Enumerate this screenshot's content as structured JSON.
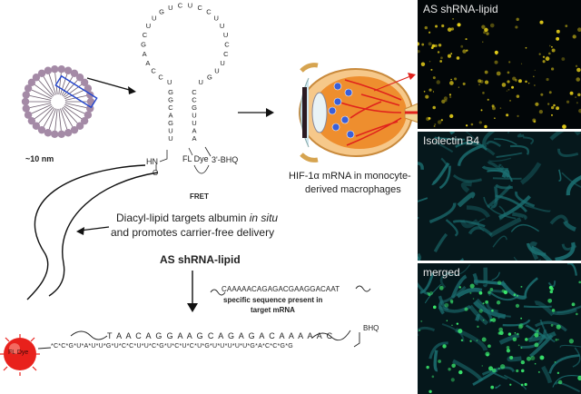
{
  "hairpin": {
    "loop_letters": [
      "U",
      "C",
      "C",
      "A",
      "A",
      "G",
      "C",
      "U",
      "U",
      "G",
      "U",
      "C",
      "U",
      "C",
      "C",
      "U",
      "U",
      "U",
      "C",
      "C",
      "U",
      "U",
      "G",
      "U"
    ],
    "stem_left": [
      "G",
      "G",
      "C",
      "A",
      "G",
      "U",
      "U"
    ],
    "stem_right": [
      "C",
      "C",
      "G",
      "U",
      "U",
      "A",
      "A"
    ],
    "dye_label": "FL Dye",
    "bhq_label": "3'-BHQ",
    "linker_label": "HN",
    "o_label": "O",
    "fret_label": "FRET"
  },
  "micelle": {
    "size_label": "~10 nm"
  },
  "eye": {
    "caption_line1": "HIF-1α mRNA in monocyte-",
    "caption_line2": "derived macrophages"
  },
  "albumin": {
    "line1_a": "Diacyl-lipid targets albumin ",
    "line1_b": "in situ",
    "line2": "and promotes carrier-free delivery"
  },
  "construct_label": "AS shRNA-lipid",
  "target": {
    "sequence": "CAAAAACAGAGACGAAGGACAAT",
    "note1": "specific sequence present in",
    "note2": "target mRNA"
  },
  "duplex": {
    "top_strand": "T A A C A G G A A G C A G A G A C A A A A A C",
    "bottom_strand": "*C*C*G*U*A*U*U*G*U*C*C*U*U*C*G*U*C*U*C*U*G*U*U*U*U*U*G*A*C*C*G*G",
    "bhq_label": "BHQ",
    "dye_label": "FL Dye"
  },
  "panels": [
    {
      "title": "AS shRNA-lipid"
    },
    {
      "title": "Isolectin B4"
    },
    {
      "title": "merged"
    }
  ],
  "colors": {
    "micelle": "#a48aa6",
    "arrow_box": "#2244cc",
    "eye_red": "#e0221c",
    "dye_red": "#e8211c",
    "panel_yellow": "#e6cf1a",
    "panel_cyan": "#1b6e70",
    "panel_green": "#3cf070"
  }
}
